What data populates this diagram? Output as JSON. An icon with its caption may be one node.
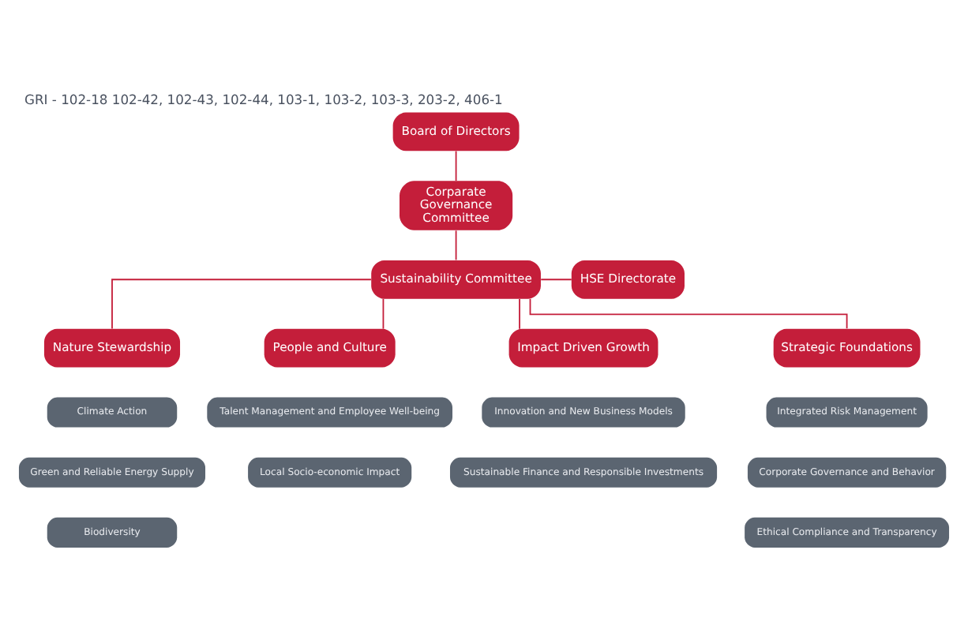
{
  "diagram": {
    "title": "GRI - 102-18 102-42, 102-43, 102-44, 103-1, 103-2, 103-3, 203-2, 406-1",
    "nodes": [
      {
        "text": [
          "Board of Directors"
        ]
      },
      {
        "text": [
          "Corparate Governance Committee"
        ]
      },
      {
        "text": [
          "Sustainability Committee"
        ]
      },
      {
        "text": [
          "HSE Directorate"
        ]
      },
      {
        "text": [
          "Nature Stewardship"
        ]
      },
      {
        "text": [
          "People and Culture"
        ]
      },
      {
        "text": [
          "Impact Driven Growth"
        ]
      },
      {
        "text": [
          "Strategic Foundations"
        ]
      },
      {
        "text": [
          "Climate Action"
        ]
      },
      {
        "text": [
          "Green and Reliable Energy Supply"
        ]
      },
      {
        "text": [
          "Biodiversity"
        ]
      },
      {
        "text": [
          "Talent Management and Employee Well-being"
        ]
      },
      {
        "text": [
          "Local Socio-economic Impact"
        ]
      },
      {
        "text": [
          "Innovation and New Business Models"
        ]
      },
      {
        "text": [
          "Sustainable Finance and Responsible Investments"
        ]
      },
      {
        "text": [
          "Integrated Risk Management"
        ]
      },
      {
        "text": [
          "Corporate Governance and Behavior"
        ]
      },
      {
        "text": [
          "Ethical Compliance and Transparency"
        ]
      }
    ],
    "edges": [
      {
        "from": 0,
        "to": 1,
        "arrow": "none"
      },
      {
        "from": 1,
        "to": 2,
        "arrow": "none"
      },
      {
        "from": 2,
        "to": 3,
        "arrow": "none"
      },
      {
        "from": 2,
        "to": 4,
        "arrow": "none"
      },
      {
        "from": 2,
        "to": 5,
        "arrow": "none"
      },
      {
        "from": 2,
        "to": 6,
        "arrow": "none"
      },
      {
        "from": 2,
        "to": 7,
        "arrow": "none"
      }
    ]
  }
}
